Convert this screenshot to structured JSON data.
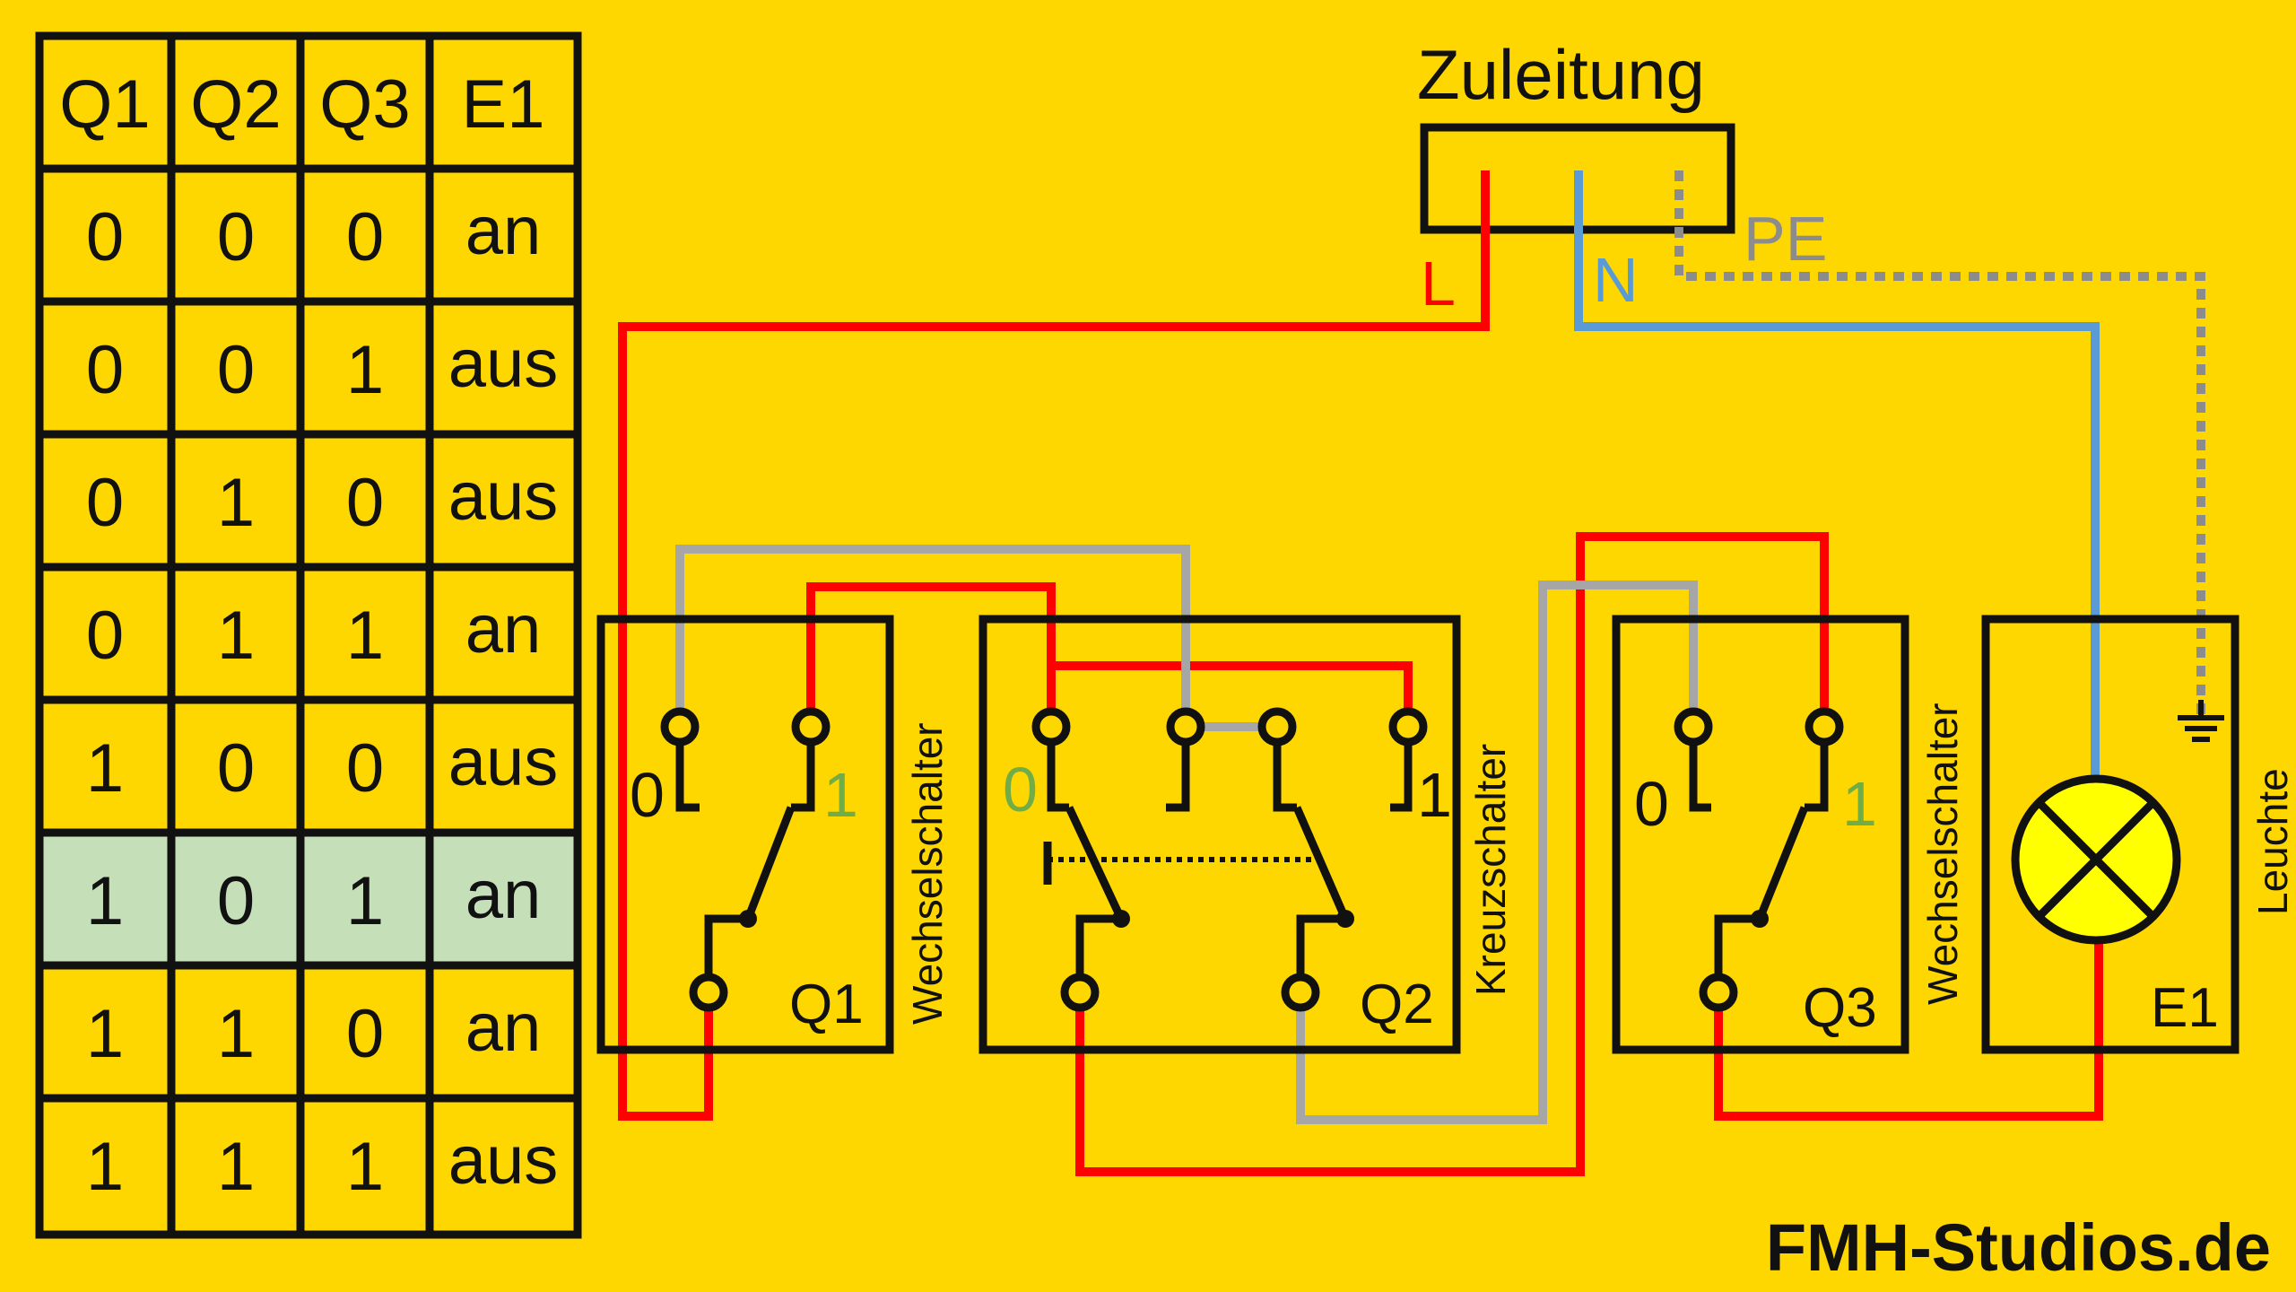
{
  "truth_table": {
    "headers": [
      "Q1",
      "Q2",
      "Q3",
      "E1"
    ],
    "rows": [
      [
        "0",
        "0",
        "0",
        "an"
      ],
      [
        "0",
        "0",
        "1",
        "aus"
      ],
      [
        "0",
        "1",
        "0",
        "aus"
      ],
      [
        "0",
        "1",
        "1",
        "an"
      ],
      [
        "1",
        "0",
        "0",
        "aus"
      ],
      [
        "1",
        "0",
        "1",
        "an"
      ],
      [
        "1",
        "1",
        "0",
        "an"
      ],
      [
        "1",
        "1",
        "1",
        "aus"
      ]
    ],
    "highlighted_row": 5
  },
  "supply": {
    "title": "Zuleitung",
    "label_l": "L",
    "label_n": "N",
    "label_pe": "PE"
  },
  "switch_q1": {
    "id": "Q1",
    "type": "Wechselschalter",
    "pos0": "0",
    "pos1": "1"
  },
  "switch_q2": {
    "id": "Q2",
    "type": "Kreuzschalter",
    "pos0": "0",
    "pos1": "1"
  },
  "switch_q3": {
    "id": "Q3",
    "type": "Wechselschalter",
    "pos0": "0",
    "pos1": "1"
  },
  "lamp_e1": {
    "id": "E1",
    "type": "Leuchte"
  },
  "brand": "FMH-Studios.de",
  "colors": {
    "background": "#FED600",
    "phase": "#FF0000",
    "neutral": "#5B9BD5",
    "protective_earth": "#8C8C8C",
    "traveller": "#A6A6A6",
    "highlight_row": "#C5DFB8",
    "position_one": "#70AD47",
    "lamp_fill": "#FFFF00",
    "outline": "#111111"
  }
}
